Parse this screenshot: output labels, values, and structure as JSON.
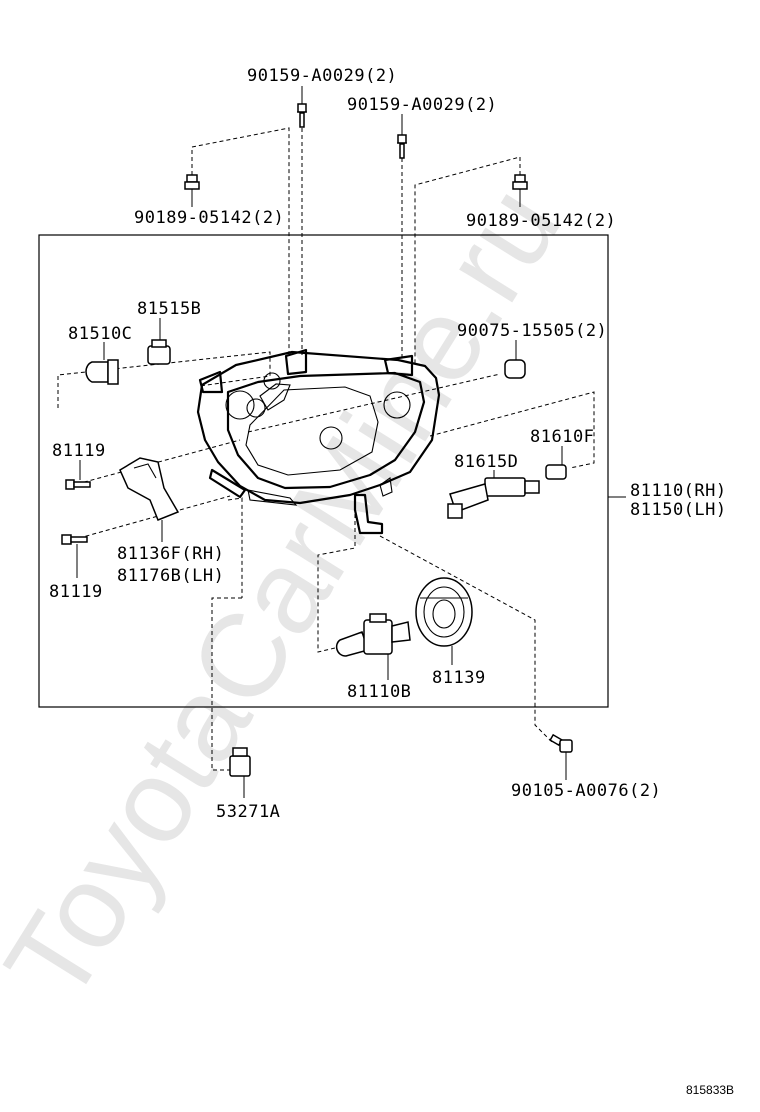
{
  "watermark": "ToyotaCarMine.ru",
  "diagram_code": "815833B",
  "labels": {
    "screw_top_left": "90159-A0029(2)",
    "screw_top_right": "90159-A0029(2)",
    "clip_left": "90189-05142(2)",
    "clip_right": "90189-05142(2)",
    "socket_81515b": "81515B",
    "bulb_81510c": "81510C",
    "cap_90075": "90075-15505(2)",
    "bulb_81610f": "81610F",
    "socket_81615d": "81615D",
    "assembly_rh": "81110(RH)",
    "assembly_lh": "81150(LH)",
    "screw_81119_upper": "81119",
    "screw_81119_lower": "81119",
    "bracket_rh": "81136F(RH)",
    "bracket_lh": "81176B(LH)",
    "bulb_81110b": "81110B",
    "cover_81139": "81139",
    "bolt_90105": "90105-A0076(2)",
    "connector_53271a": "53271A"
  }
}
